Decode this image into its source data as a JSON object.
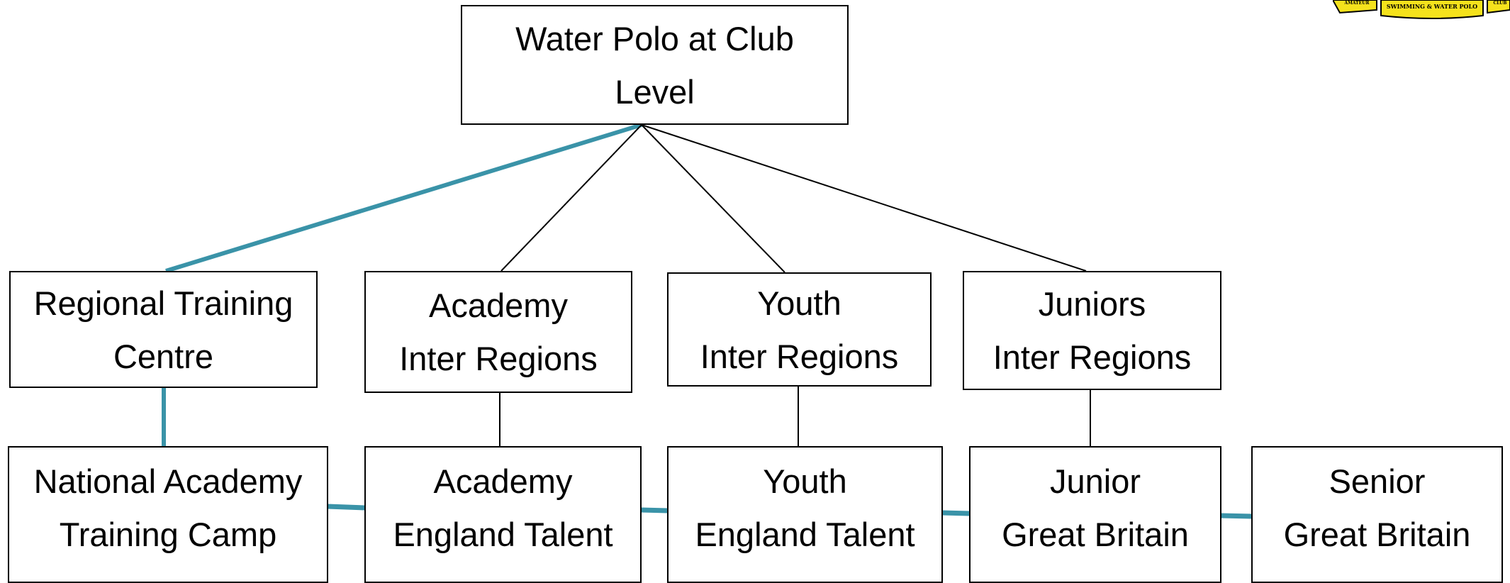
{
  "diagram": {
    "nodes": {
      "club": {
        "label": "Water Polo at Club\nLevel"
      },
      "rtc": {
        "label": "Regional Training\nCentre"
      },
      "academy_ir": {
        "label": "Academy\nInter Regions"
      },
      "youth_ir": {
        "label": "Youth\nInter Regions"
      },
      "juniors_ir": {
        "label": "Juniors\nInter Regions"
      },
      "natc": {
        "label": "National Academy\nTraining Camp"
      },
      "academy_et": {
        "label": "Academy\nEngland Talent"
      },
      "youth_et": {
        "label": "Youth\nEngland Talent"
      },
      "junior_gb": {
        "label": "Junior\nGreat Britain"
      },
      "senior_gb": {
        "label": "Senior\nGreat Britain"
      }
    },
    "edges": [
      {
        "from": "club",
        "to": "rtc",
        "style": "pathway"
      },
      {
        "from": "club",
        "to": "academy_ir",
        "style": "thin"
      },
      {
        "from": "club",
        "to": "youth_ir",
        "style": "thin"
      },
      {
        "from": "club",
        "to": "juniors_ir",
        "style": "thin"
      },
      {
        "from": "rtc",
        "to": "natc",
        "style": "pathway"
      },
      {
        "from": "academy_ir",
        "to": "academy_et",
        "style": "thin"
      },
      {
        "from": "youth_ir",
        "to": "youth_et",
        "style": "thin"
      },
      {
        "from": "juniors_ir",
        "to": "junior_gb",
        "style": "thin"
      },
      {
        "from": "natc",
        "to": "academy_et",
        "style": "pathway"
      },
      {
        "from": "academy_et",
        "to": "youth_et",
        "style": "pathway"
      },
      {
        "from": "youth_et",
        "to": "junior_gb",
        "style": "pathway"
      },
      {
        "from": "junior_gb",
        "to": "senior_gb",
        "style": "pathway"
      }
    ],
    "colors": {
      "pathway": "#3a93a8",
      "thin": "#000000",
      "box_border": "#000000",
      "logo_fill": "#f5e21c"
    }
  },
  "logo": {
    "text": "SWIMMING & WATER POLO",
    "left_text": "AMATEUR",
    "right_text": "CLUB"
  }
}
